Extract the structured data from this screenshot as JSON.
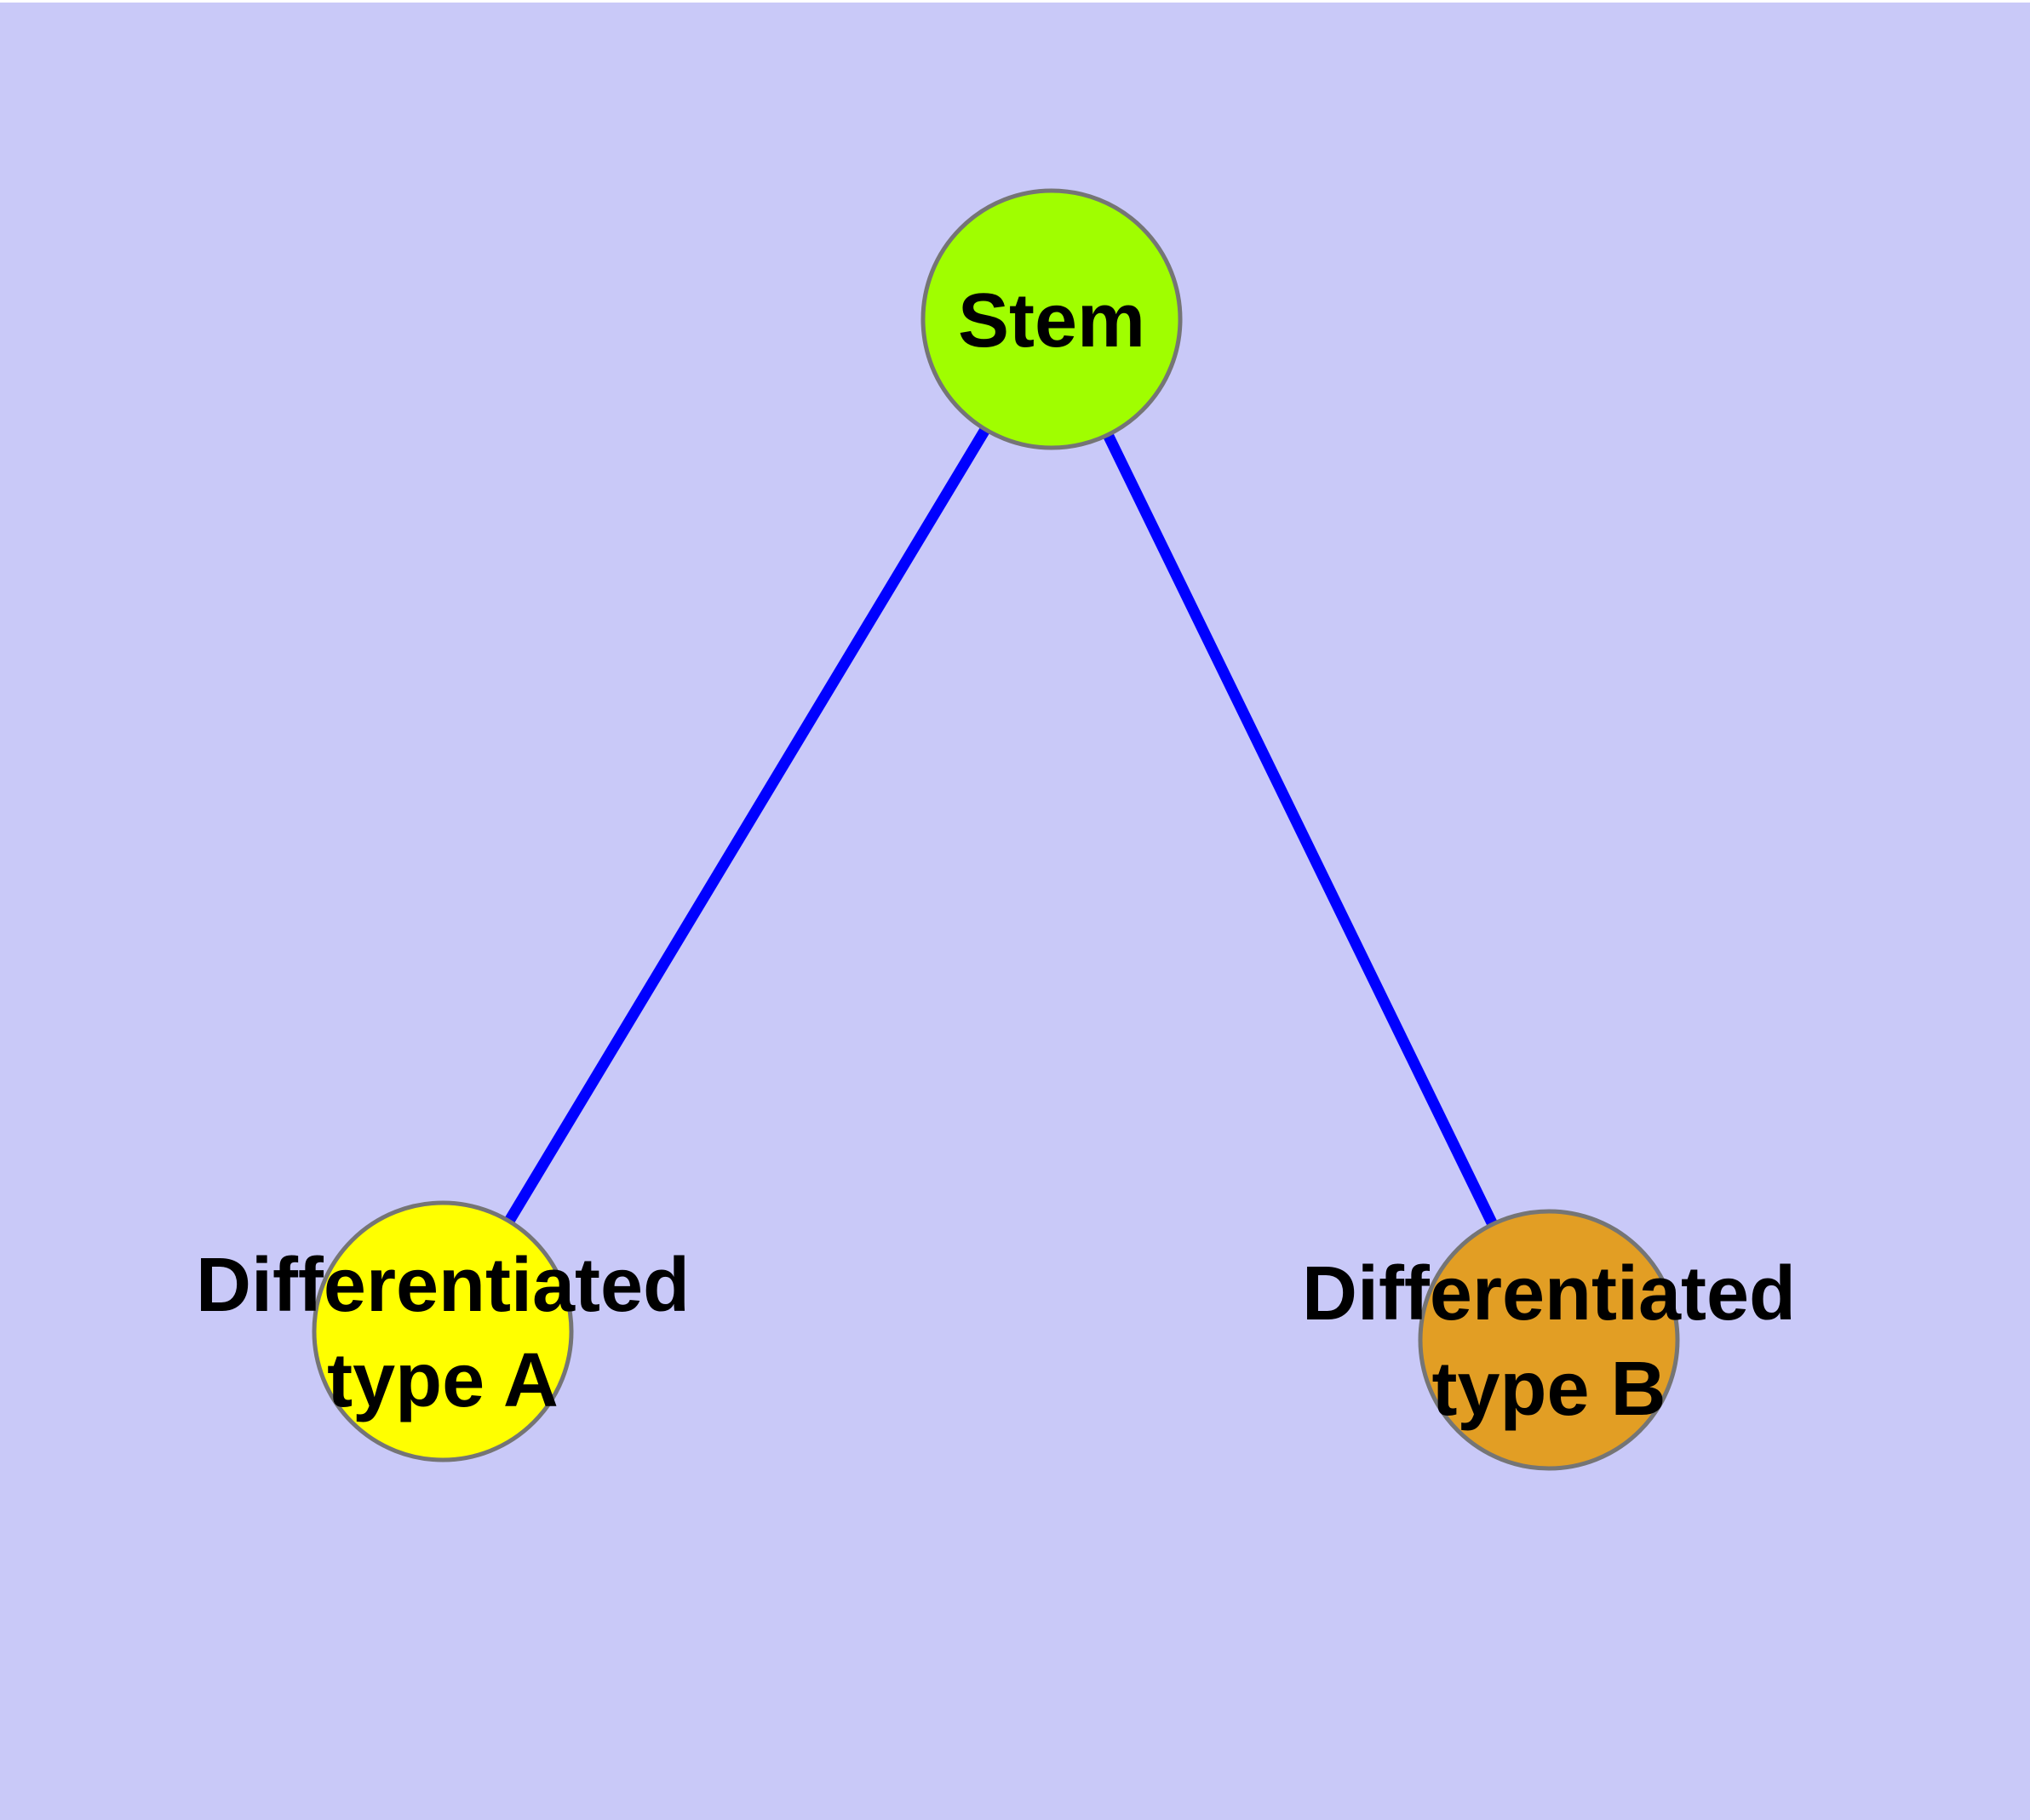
{
  "diagram": {
    "background_color": "#C9C9F8",
    "top_edge_highlight_color": "#FFFFFF",
    "edge_color": "#0000FF",
    "node_border_color": "#757575",
    "label_color": "#000000",
    "nodes": {
      "stem": {
        "label": "Stem",
        "fill": "#A0FE00"
      },
      "type_a": {
        "label_line1": "Differentiated",
        "label_line2": "type A",
        "fill": "#FFFF00"
      },
      "type_b": {
        "label_line1": "Differentiated",
        "label_line2": "type B",
        "fill": "#E29E24"
      }
    },
    "edges": [
      {
        "from": "Stem",
        "to": "Differentiated type A"
      },
      {
        "from": "Stem",
        "to": "Differentiated type B"
      }
    ]
  }
}
